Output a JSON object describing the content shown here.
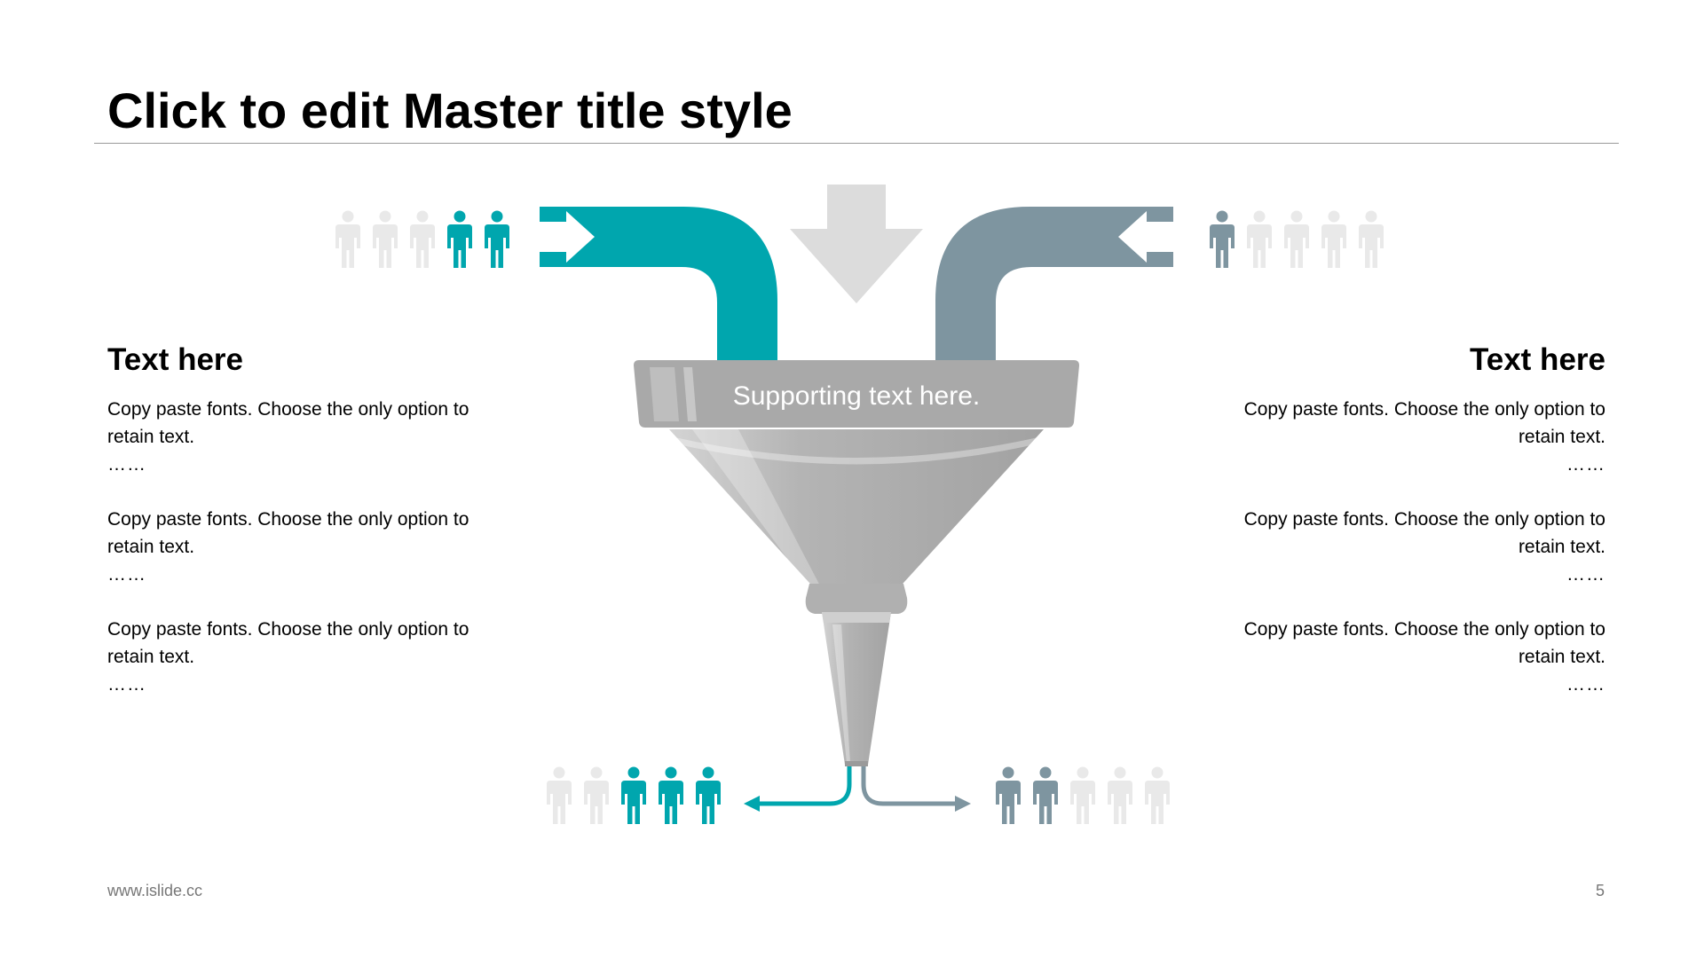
{
  "slide": {
    "title": "Click to edit Master title style",
    "footer_url": "www.islide.cc",
    "page_number": "5"
  },
  "colors": {
    "teal": "#00A6AE",
    "slate": "#7E95A0",
    "funnel_gray": "#A9A9A9",
    "person_inactive": "#E9E9E9",
    "arrow_gray": "#DCDCDC"
  },
  "funnel": {
    "label": "Supporting text here."
  },
  "left_panel": {
    "heading": "Text here",
    "items": [
      {
        "text": "Copy paste fonts. Choose the only option to retain text.",
        "ellipsis": "……"
      },
      {
        "text": "Copy paste fonts. Choose the only option to retain text.",
        "ellipsis": "……"
      },
      {
        "text": "Copy paste fonts. Choose the only option to retain text.",
        "ellipsis": "……"
      }
    ]
  },
  "right_panel": {
    "heading": "Text here",
    "items": [
      {
        "text": "Copy paste fonts. Choose the only option to retain text.",
        "ellipsis": "……"
      },
      {
        "text": "Copy paste fonts. Choose the only option to retain text.",
        "ellipsis": "……"
      },
      {
        "text": "Copy paste fonts. Choose the only option to retain text.",
        "ellipsis": "……"
      }
    ]
  },
  "people_groups": {
    "input_left": {
      "total": 5,
      "highlighted": 2,
      "color": "teal"
    },
    "input_right": {
      "total": 5,
      "highlighted": 1,
      "color": "slate"
    },
    "output_left": {
      "total": 5,
      "highlighted": 3,
      "color": "teal"
    },
    "output_right": {
      "total": 5,
      "highlighted": 2,
      "color": "slate"
    }
  }
}
